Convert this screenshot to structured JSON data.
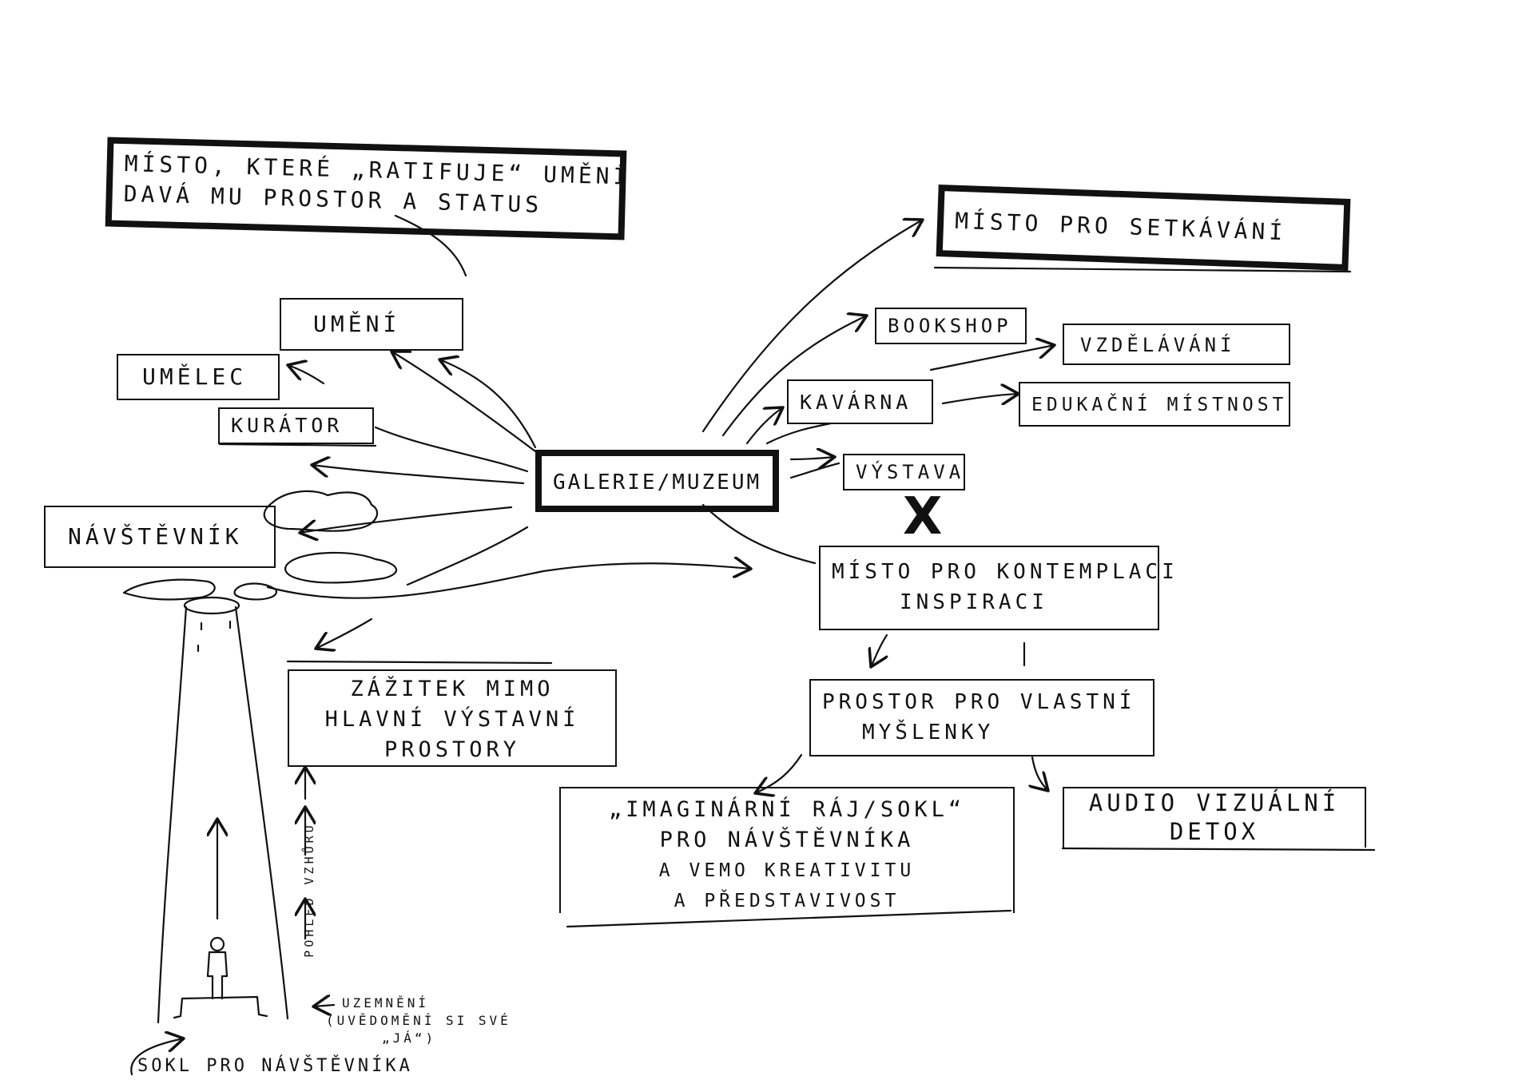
{
  "nodes": {
    "misto_ratifikuje": {
      "lines": [
        "MÍSTO, KTERÉ „RATIFUJE“ UMĚNÍ",
        "DAVÁ MU PROSTOR A STATUS"
      ]
    },
    "misto_setkavani": {
      "label": "MÍSTO PRO SETKÁVÁNÍ"
    },
    "umeni": {
      "label": "UMĚNÍ"
    },
    "umelec": {
      "label": "UMĚLEC"
    },
    "kurator": {
      "label": "KURÁTOR"
    },
    "navstevnik": {
      "label": "NÁVŠTĚVNÍK"
    },
    "galerie": {
      "label": "GALERIE/MUZEUM"
    },
    "bookshop": {
      "label": "BOOKSHOP"
    },
    "vzdelavani": {
      "label": "VZDĚLÁVÁNÍ"
    },
    "kavarna": {
      "label": "KAVÁRNA"
    },
    "edukacni": {
      "label": "EDUKAČNÍ MÍSTNOST"
    },
    "vystava": {
      "label": "VÝSTAVA"
    },
    "kontemplace": {
      "lines": [
        "MÍSTO PRO KONTEMPLACI",
        "INSPIRACI"
      ]
    },
    "zazitek": {
      "lines": [
        "ZÁŽITEK MIMO",
        "HLAVNÍ VÝSTAVNÍ",
        "PROSTORY"
      ]
    },
    "prostor_mysleni": {
      "lines": [
        "PROSTOR PRO VLASTNÍ",
        "MYŠLENKY"
      ]
    },
    "imaginarni": {
      "lines": [
        "„IMAGINÁRNÍ RÁJ/SOKL“",
        "PRO NÁVŠTĚVNÍKA",
        "A VEMO KREATIVITU",
        "A PŘEDSTAVIVOST"
      ]
    },
    "audio": {
      "lines": [
        "AUDIO VIZUÁLNÍ",
        "DETOX"
      ]
    }
  },
  "annotations": {
    "cross": "X",
    "pohled": "POHLED VZHŮRU",
    "uzemneni": [
      "UZEMNĚNÍ",
      "(UVĚDOMĚNÍ SI SVÉ",
      "„JÁ“)"
    ],
    "sokl": "SOKL PRO NÁVŠTĚVNÍKA"
  },
  "colors": {
    "ink": "#111111",
    "paper": "#ffffff"
  }
}
